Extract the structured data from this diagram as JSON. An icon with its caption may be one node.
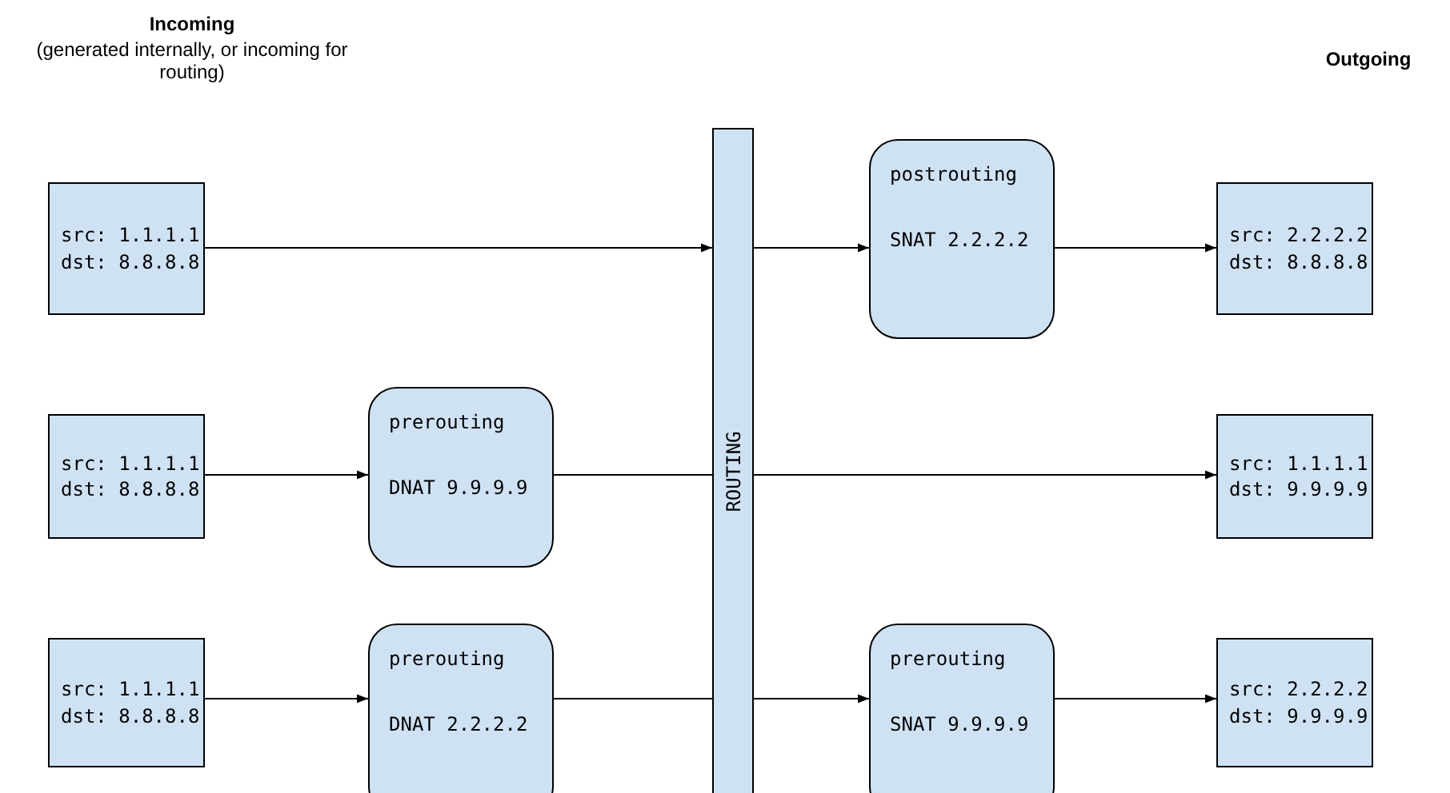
{
  "diagram": {
    "nodes": [
      {
        "text": [
          "src: 1.1.1.1 dst: 8.8.8.8"
        ]
      },
      {
        "text": [
          "ROUTING"
        ]
      },
      {
        "text": [
          "postrouting",
          "SNAT 2.2.2.2"
        ]
      },
      {
        "text": [
          "src: 2.2.2.2 dst: 8.8.8.8"
        ]
      },
      {
        "text": [
          "src: 1.1.1.1 dst: 8.8.8.8"
        ]
      },
      {
        "text": [
          "prerouting",
          "DNAT 9.9.9.9"
        ]
      },
      {
        "text": [
          "src: 1.1.1.1 dst: 9.9.9.9"
        ]
      },
      {
        "text": [
          "src: 1.1.1.1 dst: 8.8.8.8"
        ]
      },
      {
        "text": [
          "prerouting",
          "DNAT 2.2.2.2"
        ]
      },
      {
        "text": [
          "prerouting",
          "SNAT 9.9.9.9"
        ]
      },
      {
        "text": [
          "src: 2.2.2.2 dst: 9.9.9.9"
        ]
      }
    ],
    "edges": [
      {
        "from": 0,
        "to": 1,
        "arrow": "to"
      },
      {
        "from": 1,
        "to": 2,
        "arrow": "to"
      },
      {
        "from": 2,
        "to": 3,
        "arrow": "to"
      },
      {
        "from": 4,
        "to": 5,
        "arrow": "to"
      },
      {
        "from": 5,
        "to": 1,
        "arrow": "none"
      },
      {
        "from": 1,
        "to": 6,
        "arrow": "to"
      },
      {
        "from": 7,
        "to": 8,
        "arrow": "to"
      },
      {
        "from": 8,
        "to": 1,
        "arrow": "none"
      },
      {
        "from": 1,
        "to": 9,
        "arrow": "to"
      },
      {
        "from": 9,
        "to": 10,
        "arrow": "to"
      }
    ],
    "labels": [
      "Incoming",
      "(generated internally, or incoming for routing)",
      "Outgoing"
    ]
  }
}
